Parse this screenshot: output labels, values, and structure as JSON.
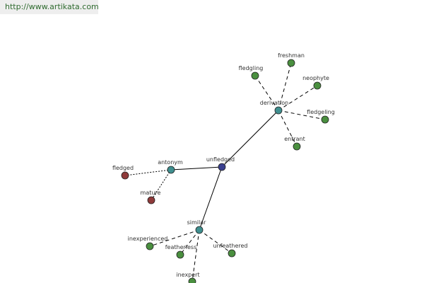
{
  "site_url": "http://www.artikata.com",
  "colors": {
    "background": "#ffffff",
    "url_text": "#2f6b2f",
    "url_bg": "#eeeeee",
    "edge": "#000000",
    "label": "#333333"
  },
  "graph": {
    "nodes": [
      {
        "id": "unfledged",
        "label": "unfledged",
        "kind": "root",
        "color": "#3a3f8f"
      },
      {
        "id": "derivation",
        "label": "derivation",
        "kind": "relation",
        "color": "#3f8f8f"
      },
      {
        "id": "antonym",
        "label": "antonym",
        "kind": "relation",
        "color": "#3f8f8f"
      },
      {
        "id": "similar",
        "label": "similar",
        "kind": "relation",
        "color": "#3f8f8f"
      },
      {
        "id": "fledgling",
        "label": "fledgling",
        "kind": "term",
        "color": "#4a8f3f"
      },
      {
        "id": "freshman",
        "label": "freshman",
        "kind": "term",
        "color": "#4a8f3f"
      },
      {
        "id": "neophyte",
        "label": "neophyte",
        "kind": "term",
        "color": "#4a8f3f"
      },
      {
        "id": "fledgeling",
        "label": "fledgeling",
        "kind": "term",
        "color": "#4a8f3f"
      },
      {
        "id": "entrant",
        "label": "entrant",
        "kind": "term",
        "color": "#4a8f3f"
      },
      {
        "id": "fledged",
        "label": "fledged",
        "kind": "antonym-term",
        "color": "#8f3a3a"
      },
      {
        "id": "mature",
        "label": "mature",
        "kind": "antonym-term",
        "color": "#8f3a3a"
      },
      {
        "id": "inexperienced",
        "label": "inexperienced",
        "kind": "term",
        "color": "#4a8f3f"
      },
      {
        "id": "featherless",
        "label": "featherless",
        "kind": "term",
        "color": "#4a8f3f"
      },
      {
        "id": "unfeathered",
        "label": "unfeathered",
        "kind": "term",
        "color": "#4a8f3f"
      },
      {
        "id": "inexpert",
        "label": "inexpert",
        "kind": "term",
        "color": "#4a8f3f"
      }
    ],
    "edges": [
      {
        "from": "unfledged",
        "to": "derivation",
        "style": "solid"
      },
      {
        "from": "unfledged",
        "to": "antonym",
        "style": "solid"
      },
      {
        "from": "unfledged",
        "to": "similar",
        "style": "solid"
      },
      {
        "from": "derivation",
        "to": "fledgling",
        "style": "dashed"
      },
      {
        "from": "derivation",
        "to": "freshman",
        "style": "dashed"
      },
      {
        "from": "derivation",
        "to": "neophyte",
        "style": "dashed"
      },
      {
        "from": "derivation",
        "to": "fledgeling",
        "style": "dashed"
      },
      {
        "from": "derivation",
        "to": "entrant",
        "style": "dashed"
      },
      {
        "from": "antonym",
        "to": "fledged",
        "style": "dotted"
      },
      {
        "from": "antonym",
        "to": "mature",
        "style": "dotted"
      },
      {
        "from": "similar",
        "to": "inexperienced",
        "style": "dashed"
      },
      {
        "from": "similar",
        "to": "featherless",
        "style": "dashed"
      },
      {
        "from": "similar",
        "to": "unfeathered",
        "style": "dashed"
      },
      {
        "from": "similar",
        "to": "inexpert",
        "style": "dashed"
      }
    ]
  }
}
